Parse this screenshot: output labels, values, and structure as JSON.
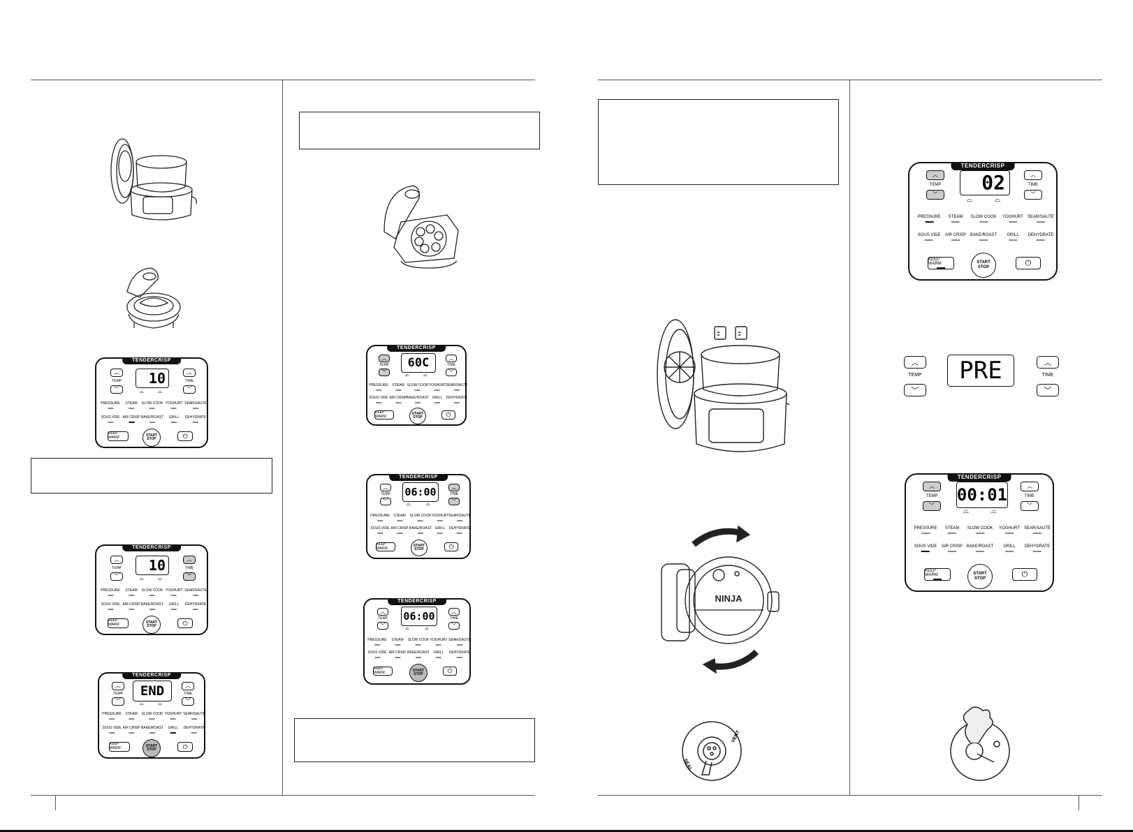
{
  "pages": {
    "left_page_number": "",
    "right_page_number": ""
  },
  "panel_labels": {
    "brand": "TENDERCRISP",
    "temp": "TEMP",
    "time": "TIME",
    "functions_row1": [
      "PRESSURE",
      "STEAM",
      "SLOW COOK",
      "YOGHURT",
      "SEAR/SAUTÉ"
    ],
    "functions_row2": [
      "SOUS VIDE",
      "AIR CRISP",
      "BAKE/ROAST",
      "GRILL",
      "DEHYDRATE"
    ],
    "keep_warm": "KEEP WARM",
    "start": "START",
    "stop": "STOP",
    "power_symbol": "⏻",
    "up": "︿",
    "down": "﹀"
  },
  "displays": {
    "p1": "10",
    "p2": "10",
    "p3": "END",
    "p4": "60C",
    "p5": "06:00",
    "p6": "06:00",
    "p7": "02",
    "p8": "PRE",
    "p9": "00:01"
  },
  "valve_labels": {
    "seal": "SEAL",
    "vent": "VENT"
  },
  "lid_brand": "NINJA"
}
